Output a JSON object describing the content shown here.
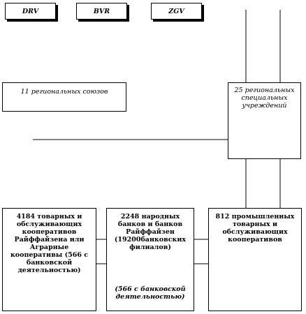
{
  "top_boxes": {
    "drv": "DRV",
    "bvr": "BVR",
    "zgv": "ZGV"
  },
  "middle": {
    "regional_unions": "11 региональных союзов",
    "special_institutions": "25 региональных специальных учреждений"
  },
  "bottom": {
    "left": "4184 товарных и обслуживающих кооперативов Райффайзена или Аграрные кооперативы (566 с банковской деятельностью)",
    "center_main": "2248 народных банков и банков Райффайзен (19200банковских филиалов)",
    "center_note": "(566 с банковской деятельностью)",
    "right": "812 промышленных товарных и обслуживающих кооперативов"
  }
}
